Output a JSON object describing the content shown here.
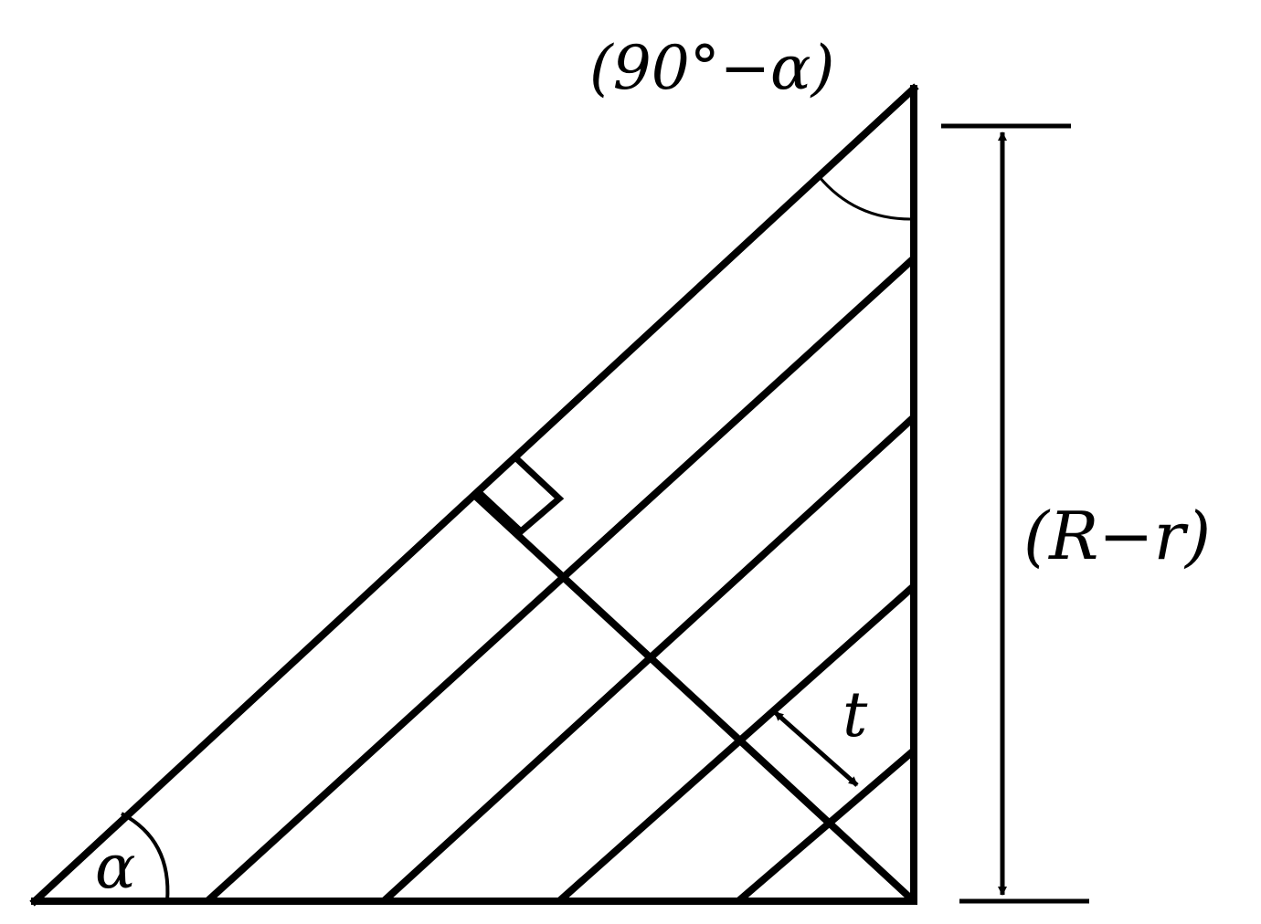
{
  "labels": {
    "top_angle": "(90°−α)",
    "bottom_angle": "α",
    "height": "(R−r)",
    "thickness": "t"
  },
  "colors": {
    "ink": "#000000",
    "background": "#ffffff"
  }
}
